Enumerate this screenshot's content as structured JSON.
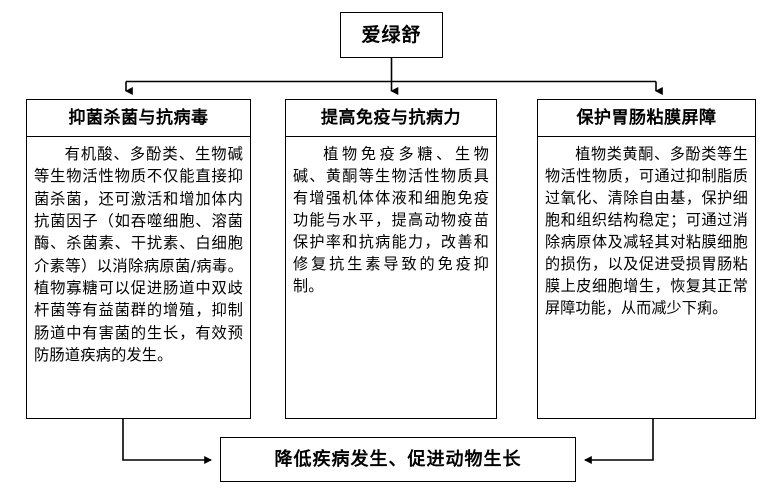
{
  "diagram": {
    "type": "flowchart",
    "orientation": "top-down",
    "line_color": "#000000",
    "box_fill": "#ffffff",
    "root": {
      "label": "爱绿舒"
    },
    "branches": [
      {
        "header": "抑菌杀菌与抗病毒",
        "body": "有机酸、多酚类、生物碱等生物活性物质不仅能直接抑菌杀菌，还可激活和增加体内抗菌因子（如吞噬细胞、溶菌酶、杀菌素、干扰素、白细胞介素等）以消除病原菌/病毒。植物寡糖可以促进肠道中双歧杆菌等有益菌群的增殖，抑制肠道中有害菌的生长，有效预防肠道疾病的发生。"
      },
      {
        "header": "提高免疫与抗病力",
        "body": "植物免疫多糖、生物碱、黄酮等生物活性物质具有增强机体体液和细胞免疫功能与水平，提高动物疫苗保护率和抗病能力，改善和修复抗生素导致的免疫抑制。"
      },
      {
        "header": "保护胃肠粘膜屏障",
        "body": "植物类黄酮、多酚类等生物活性物质，可通过抑制脂质过氧化、清除自由基，保护细胞和组织结构稳定；可通过消除病原体及减轻其对粘膜细胞的损伤，以及促进受损胃肠粘膜上皮细胞增生，恢复其正常屏障功能，从而减少下痢。"
      }
    ],
    "outcome": {
      "label": "降低疾病发生、促进动物生长"
    }
  }
}
